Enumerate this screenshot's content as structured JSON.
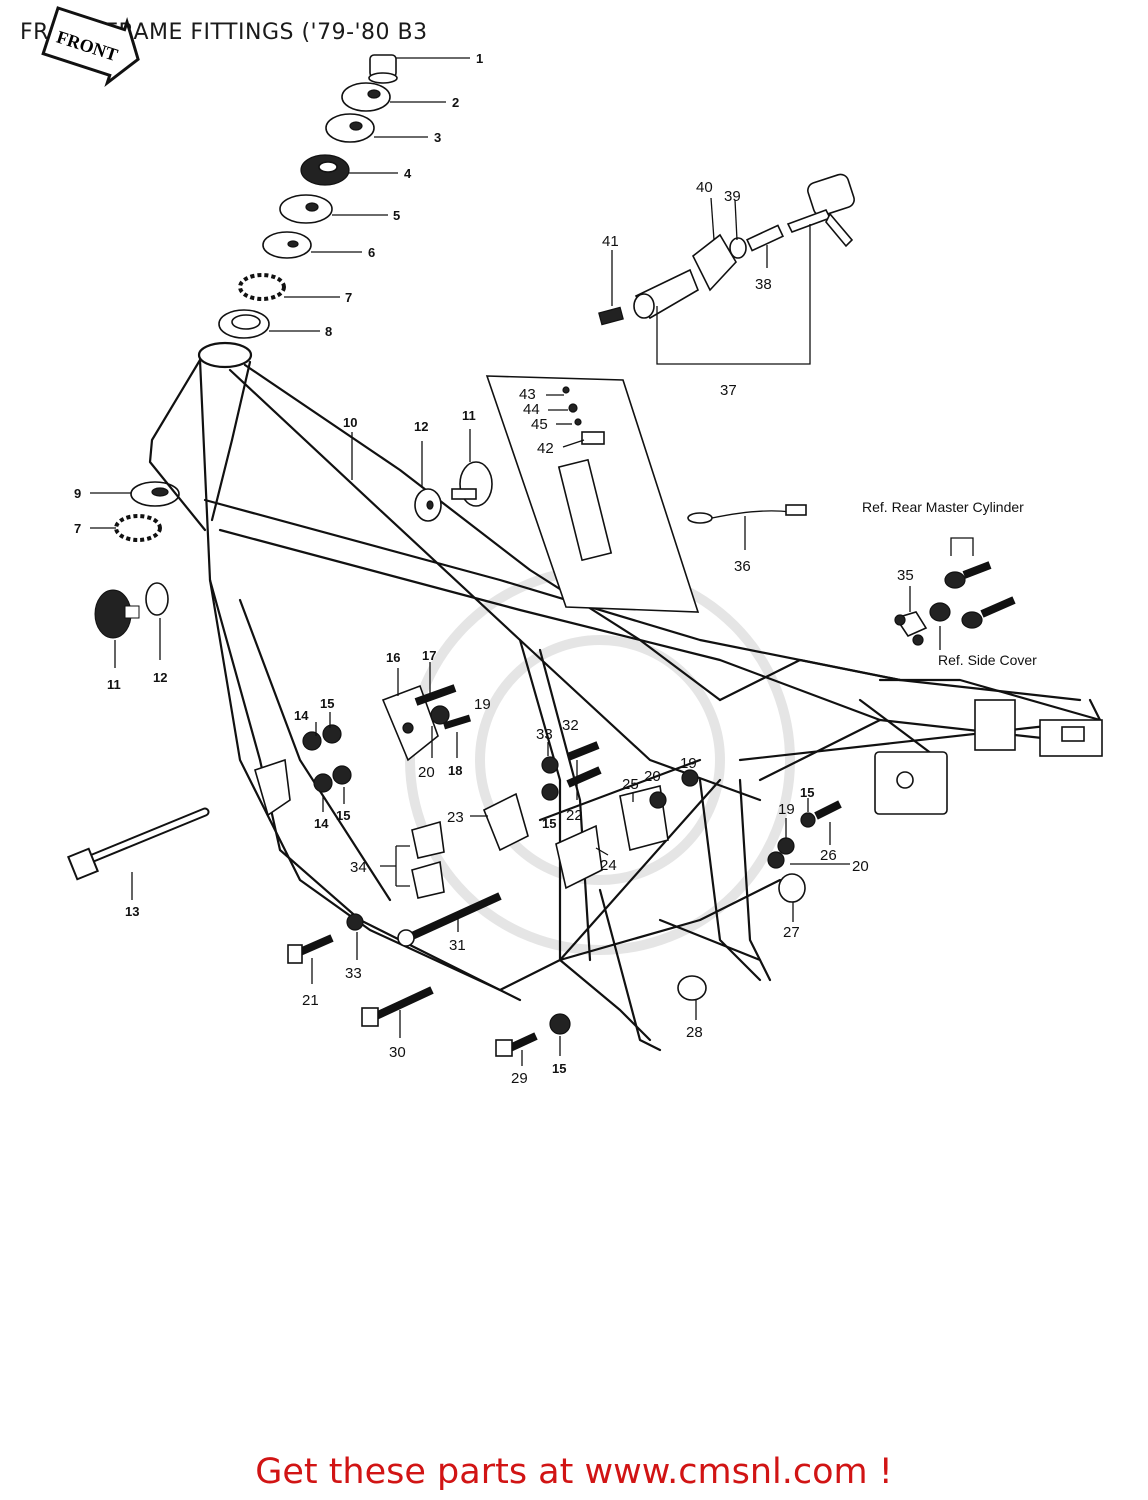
{
  "title": "FRAME/FRAME FITTINGS ('79-'80 B3",
  "front_badge": "FRONT",
  "footer": "Get these parts at www.cmsnl.com !",
  "notes": {
    "rear_master_cylinder": "Ref. Rear Master Cylinder",
    "side_cover": "Ref. Side Cover"
  },
  "labels": {
    "p1": "1",
    "p2": "2",
    "p3": "3",
    "p4": "4",
    "p5": "5",
    "p6": "6",
    "p7a": "7",
    "p8": "8",
    "p9": "9",
    "p7b": "7",
    "p10": "10",
    "p11a": "11",
    "p12a": "12",
    "p11b": "11",
    "p12b": "12",
    "p13": "13",
    "p14a": "14",
    "p15a": "15",
    "p14b": "14",
    "p15b": "15",
    "p16": "16",
    "p17": "17",
    "p19a": "19",
    "p20a": "20",
    "p18": "18",
    "p33a": "33",
    "p32": "32",
    "p15c": "15",
    "p22": "22",
    "p25": "25",
    "p20b": "20",
    "p19b": "19",
    "p23": "23",
    "p24": "24",
    "p34": "34",
    "p31": "31",
    "p33b": "33",
    "p21": "21",
    "p30": "30",
    "p29": "29",
    "p15d": "15",
    "p28": "28",
    "p27": "27",
    "p19c": "19",
    "p15e": "15",
    "p26": "26",
    "p20c": "20",
    "p35": "35",
    "p36": "36",
    "p37": "37",
    "p38": "38",
    "p39": "39",
    "p40": "40",
    "p41": "41",
    "p42": "42",
    "p43": "43",
    "p44": "44",
    "p45": "45"
  }
}
